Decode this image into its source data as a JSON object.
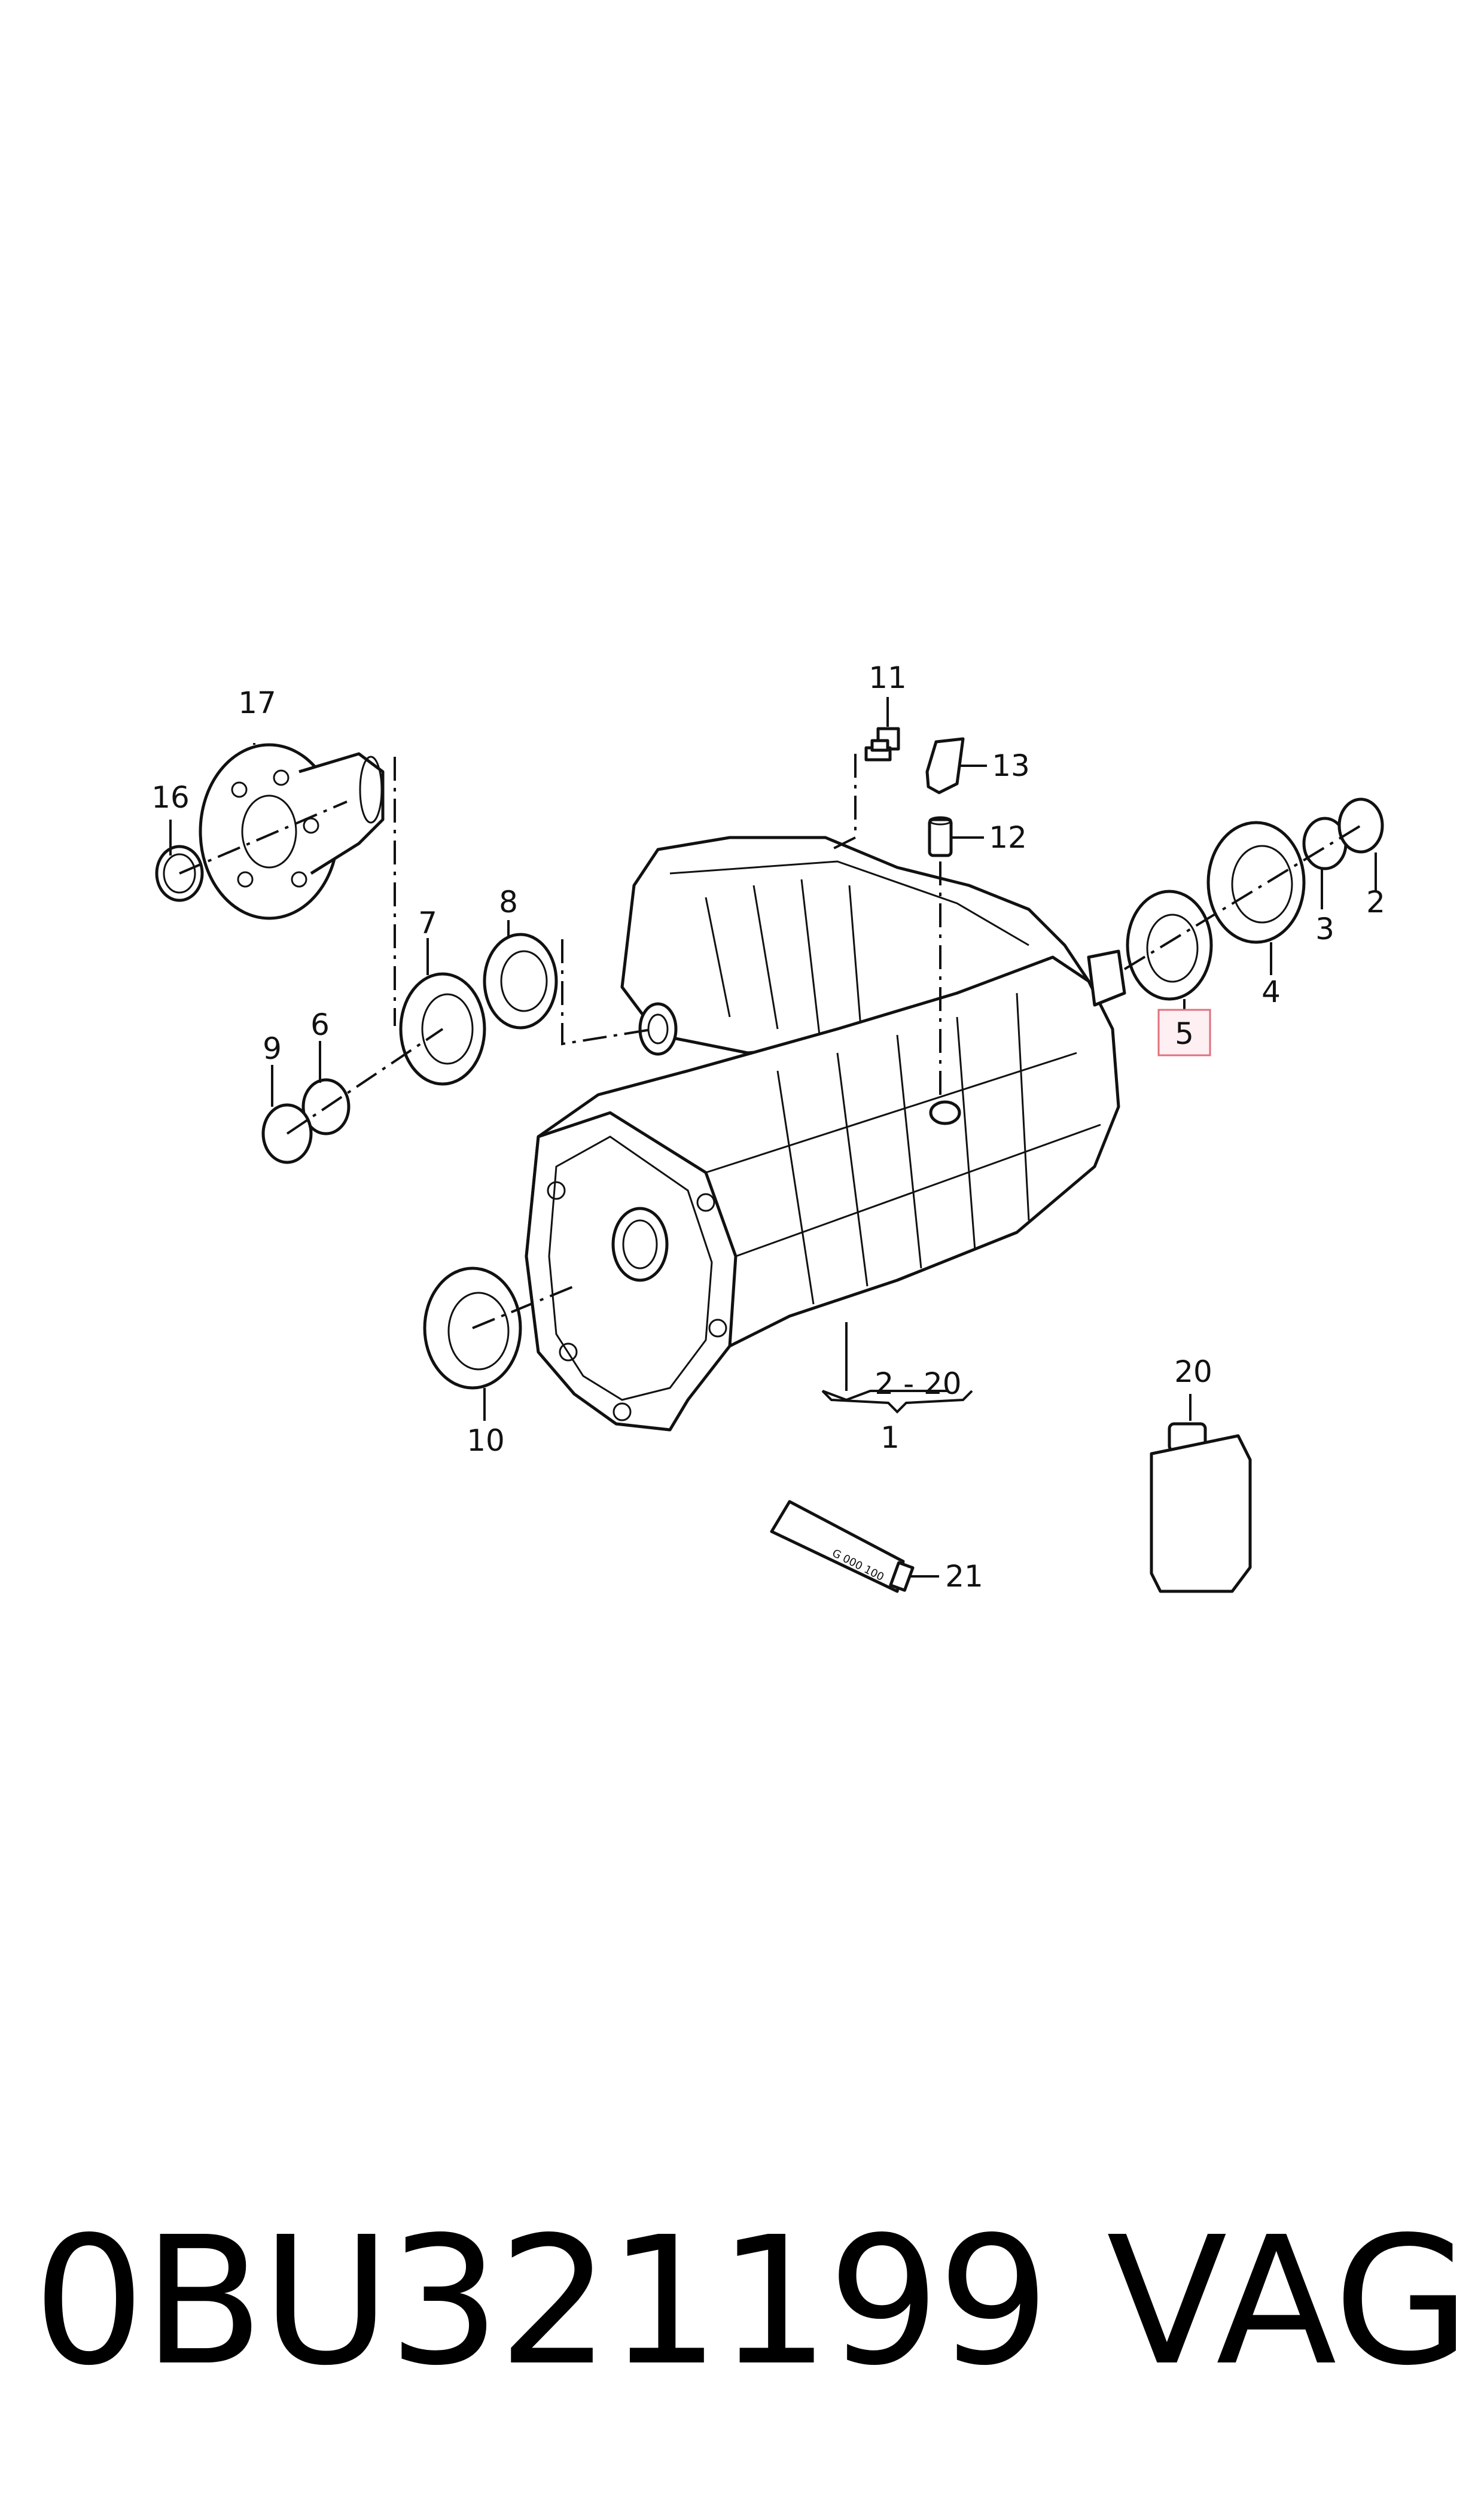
{
  "callouts": {
    "c1": "1",
    "c2": "2",
    "c2_20": "2 - 20",
    "c3": "3",
    "c4": "4",
    "c5": "5",
    "c6": "6",
    "c7": "7",
    "c8": "8",
    "c9": "9",
    "c10": "10",
    "c11": "11",
    "c12": "12",
    "c13": "13",
    "c16": "16",
    "c17": "17",
    "c20": "20",
    "c21": "21"
  },
  "tube_text": "G 000 100",
  "highlighted_callout": "5",
  "highlight_color": "#e0707f",
  "part_number": "0BU321199",
  "brand": "VAG"
}
